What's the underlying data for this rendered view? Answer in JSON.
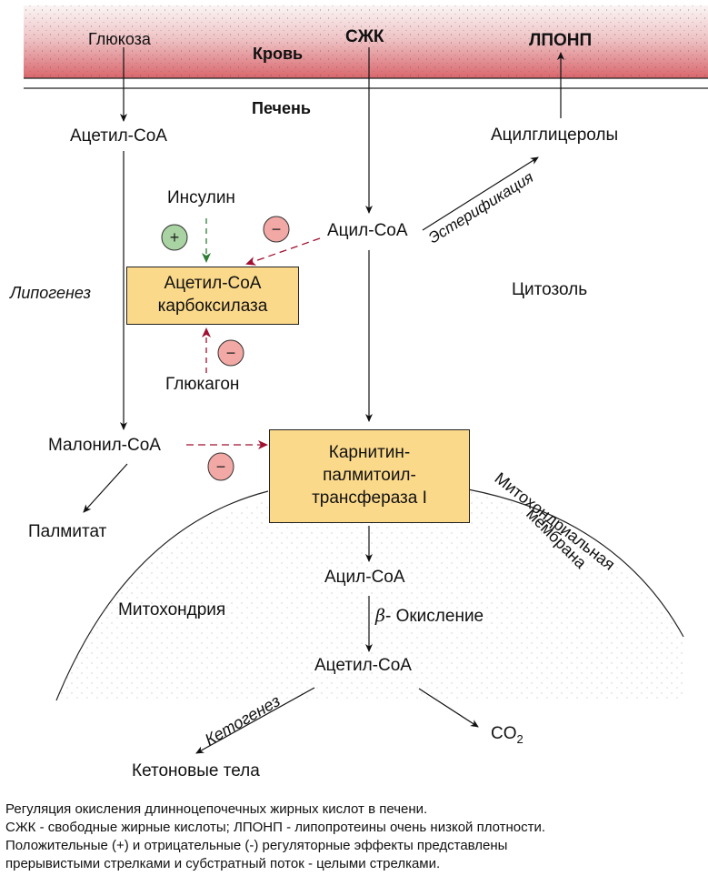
{
  "blood": {
    "label": "Кровь",
    "glucose": "Глюкоза",
    "ffa": "СЖК",
    "vldl": "ЛПОНП"
  },
  "liver": {
    "label": "Печень",
    "acetyl_coa_top": "Ацетил-СоА",
    "acylglycerols": "Ацилглицеролы",
    "insulin": "Инсулин",
    "acyl_coa_cytosol": "Ацил-СоА",
    "esterification": "Эстерификация",
    "lipogenesis": "Липогенез",
    "acc_box": [
      "Ацетил-СоА",
      "карбоксилаза"
    ],
    "cytosol": "Цитозоль",
    "glucagon": "Глюкагон",
    "malonyl_coa": "Малонил-СоА",
    "palmitate": "Палмитат",
    "cpt_box": [
      "Карнитин-",
      "палмитоил-",
      "трансфераза I"
    ],
    "membrane": [
      "Митохондриальная",
      "мембрана"
    ]
  },
  "mitochondria": {
    "label": "Митохондрия",
    "acyl_coa": "Ацил-СоА",
    "beta": "β",
    "oxidation": "- Окисление",
    "acetyl_coa": "Ацетил-СоА",
    "ketogenesis": "Кетогенез",
    "ketone_bodies": "Кетоновые тела",
    "co2": "CO",
    "co2_sub": "2"
  },
  "signs": {
    "plus": "+",
    "minus": "−"
  },
  "colors": {
    "stimulation": "#2e7d32",
    "inhibition": "#a01030",
    "plus_fill": "#a9d3a2",
    "minus_fill": "#f2a8a4",
    "enzyme_fill": "#fbd98a",
    "blood_top": "#f8eeee",
    "blood_bottom": "#d9686e"
  },
  "caption": [
    "Регуляция окисления длинноцепочечных жирных кислот в печени.",
    "СЖК - свободные жирные кислоты; ЛПОНП - липопротеины очень низкой плотности.",
    "Положительные (+) и отрицательные (-) регуляторные эффекты представлены",
    "прерывистыми стрелками и субстратный поток - целыми стрелками."
  ]
}
